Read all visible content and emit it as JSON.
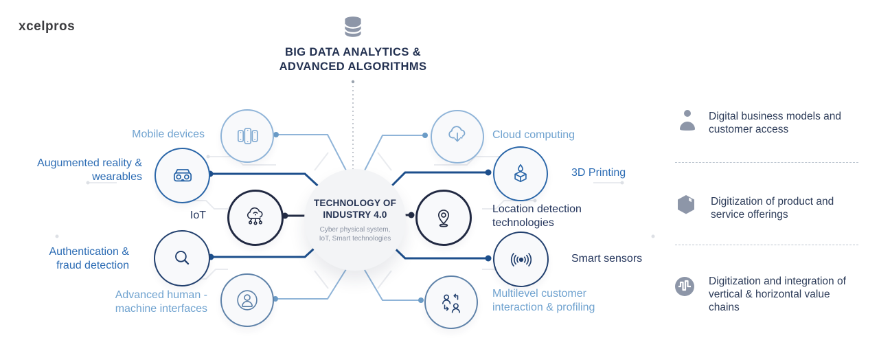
{
  "logo": "xcelpros",
  "header": {
    "icon": "database-icon",
    "title": "BIG DATA ANALYTICS &\nADVANCED ALGORITHMS"
  },
  "hub": {
    "title": "TECHNOLOGY OF\nINDUSTRY 4.0",
    "subtitle": "Cyber physical system,\nIoT, Smart technologies"
  },
  "nodes": {
    "left": [
      {
        "label": "Mobile devices",
        "icon": "mobile-devices-icon"
      },
      {
        "label": "Augumented reality &\nwearables",
        "icon": "vr-goggles-icon"
      },
      {
        "label": "IoT",
        "icon": "iot-cloud-icon"
      },
      {
        "label": "Authentication &\nfraud detection",
        "icon": "magnifier-icon"
      },
      {
        "label": "Advanced human -\nmachine interfaces",
        "icon": "person-circle-icon"
      }
    ],
    "right": [
      {
        "label": "Cloud computing",
        "icon": "cloud-download-icon"
      },
      {
        "label": "3D Printing",
        "icon": "3d-printing-icon"
      },
      {
        "label": "Location detection\ntechnologies",
        "icon": "location-pin-icon"
      },
      {
        "label": "Smart sensors",
        "icon": "smart-sensors-icon"
      },
      {
        "label": "Multilevel customer\ninteraction & profiling",
        "icon": "people-exchange-icon"
      }
    ]
  },
  "panel": {
    "items": [
      {
        "icon": "user-icon",
        "text": "Digital business models and\ncustomer access"
      },
      {
        "icon": "cube-icon",
        "text": "Digitization of product and\nservice offerings"
      },
      {
        "icon": "waveform-icon",
        "text": "Digitization and integration of\nvertical & horizontal value\nchains"
      }
    ]
  },
  "palette": {
    "navy_text": "#24355c",
    "medium_blue_text": "#2c6cb4",
    "light_blue_text": "#6fa2cf",
    "dark_circle_border": "#212942",
    "medium_circle_border": "#2a66a8",
    "light_circle_border": "#8fb4d8",
    "slate_circle_border": "#5d81a8",
    "thick_line": "#1d4f8c",
    "thin_line": "#8fb4d8",
    "gray_icon": "#8d96a8",
    "trace_gray": "#e9ebef"
  }
}
